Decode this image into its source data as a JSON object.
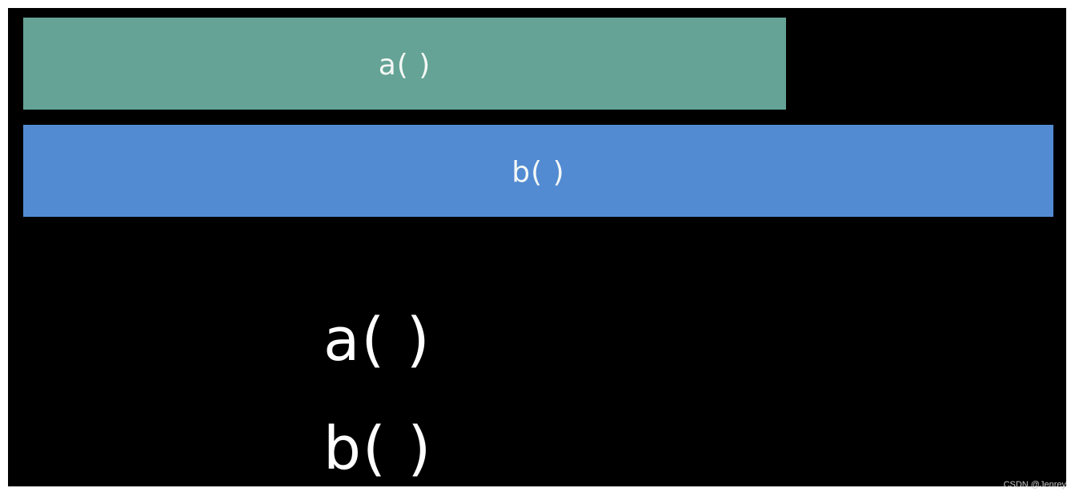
{
  "bars": [
    {
      "label": "a( )",
      "color": "#64a395"
    },
    {
      "label": "b( )",
      "color": "#528bd2"
    }
  ],
  "code_lines": [
    "a( )",
    "b( )"
  ],
  "watermark": "CSDN @Jenrey",
  "colors": {
    "background": "#000000",
    "text": "#ffffff"
  }
}
